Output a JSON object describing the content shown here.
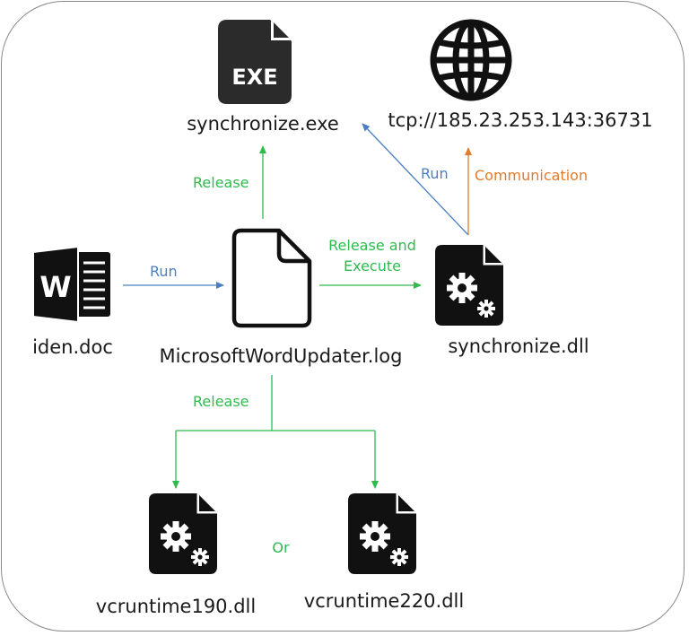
{
  "nodes": {
    "exe": {
      "label": "synchronize.exe",
      "icon": "exe-file-icon",
      "icon_text": "EXE"
    },
    "network": {
      "label": "tcp://185.23.253.143:36731",
      "icon": "globe-icon"
    },
    "doc": {
      "label": "iden.doc",
      "icon": "word-document-icon",
      "icon_text": "W"
    },
    "log": {
      "label": "MicrosoftWordUpdater.log",
      "icon": "blank-file-icon"
    },
    "dll": {
      "label": "synchronize.dll",
      "icon": "gear-file-icon"
    },
    "vc190": {
      "label": "vcruntime190.dll",
      "icon": "gear-file-icon"
    },
    "vc220": {
      "label": "vcruntime220.dll",
      "icon": "gear-file-icon"
    }
  },
  "edges": {
    "doc_log": {
      "label": "Run"
    },
    "log_exe": {
      "label": "Release"
    },
    "log_dll": {
      "label_line1": "Release and",
      "label_line2": "Execute"
    },
    "dll_exe": {
      "label": "Run"
    },
    "dll_net": {
      "label": "Communication"
    },
    "log_vc": {
      "label": "Release"
    },
    "or_label": "Or"
  },
  "colors": {
    "run": "#4a7fc1",
    "release": "#2dbb4e",
    "communication": "#e07b2e",
    "icon": "#111111",
    "exe_icon": "#2b2b2b",
    "frame": "#8a8a8a"
  }
}
